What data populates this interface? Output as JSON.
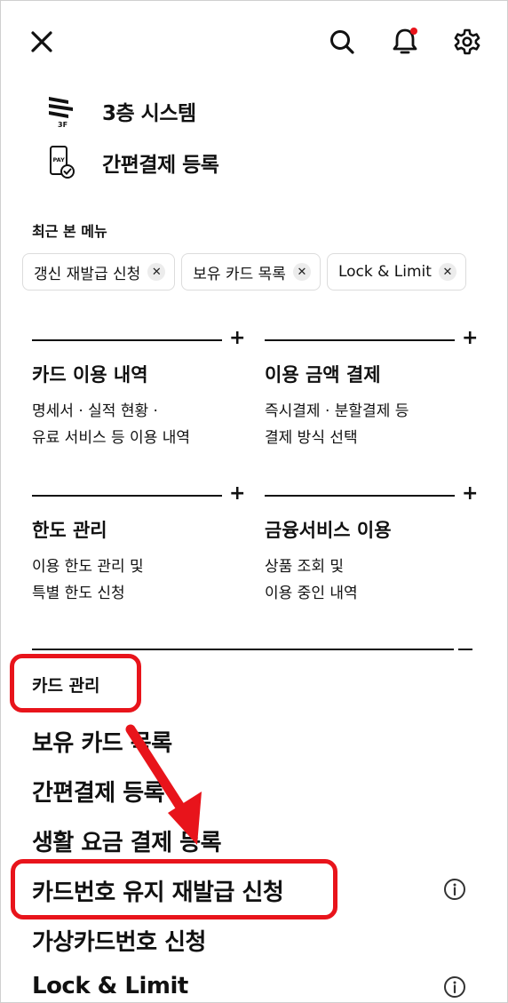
{
  "header": {
    "close_icon": "close-icon",
    "search_icon": "search-icon",
    "bell_icon": "bell-icon",
    "settings_icon": "gear-icon",
    "notification_dot_color": "#e8141b"
  },
  "quick_links": [
    {
      "label": "3층 시스템",
      "icon": "3f-logo-icon",
      "icon_text": "3F"
    },
    {
      "label": "간편결제 등록",
      "icon": "pay-phone-icon",
      "icon_text": "PAY"
    }
  ],
  "recent": {
    "title": "최근 본 메뉴",
    "chips": [
      {
        "label": "갱신 재발급 신청"
      },
      {
        "label": "보유 카드 목록"
      },
      {
        "label": "Lock & Limit"
      }
    ]
  },
  "categories": [
    {
      "title": "카드 이용 내역",
      "desc1": "명세서 · 실적 현황 ·",
      "desc2": "유료 서비스 등 이용 내역",
      "sign": "+"
    },
    {
      "title": "이용 금액 결제",
      "desc1": "즉시결제 · 분할결제 등",
      "desc2": "결제 방식 선택",
      "sign": "+"
    },
    {
      "title": "한도 관리",
      "desc1": "이용 한도 관리 및",
      "desc2": "특별 한도 신청",
      "sign": "+"
    },
    {
      "title": "금융서비스 이용",
      "desc1": "상품 조회 및",
      "desc2": "이용 중인 내역",
      "sign": "+"
    }
  ],
  "card_management": {
    "title": "카드 관리",
    "items": [
      {
        "label": "보유 카드 목록",
        "info": false
      },
      {
        "label": "간편결제 등록",
        "info": false
      },
      {
        "label": "생활 요금 결제 등록",
        "info": false
      },
      {
        "label": "카드번호 유지 재발급 신청",
        "info": true
      },
      {
        "label": "가상카드번호 신청",
        "info": false
      },
      {
        "label": "Lock & Limit",
        "info": true
      }
    ]
  },
  "annotation_color": "#e8141b"
}
